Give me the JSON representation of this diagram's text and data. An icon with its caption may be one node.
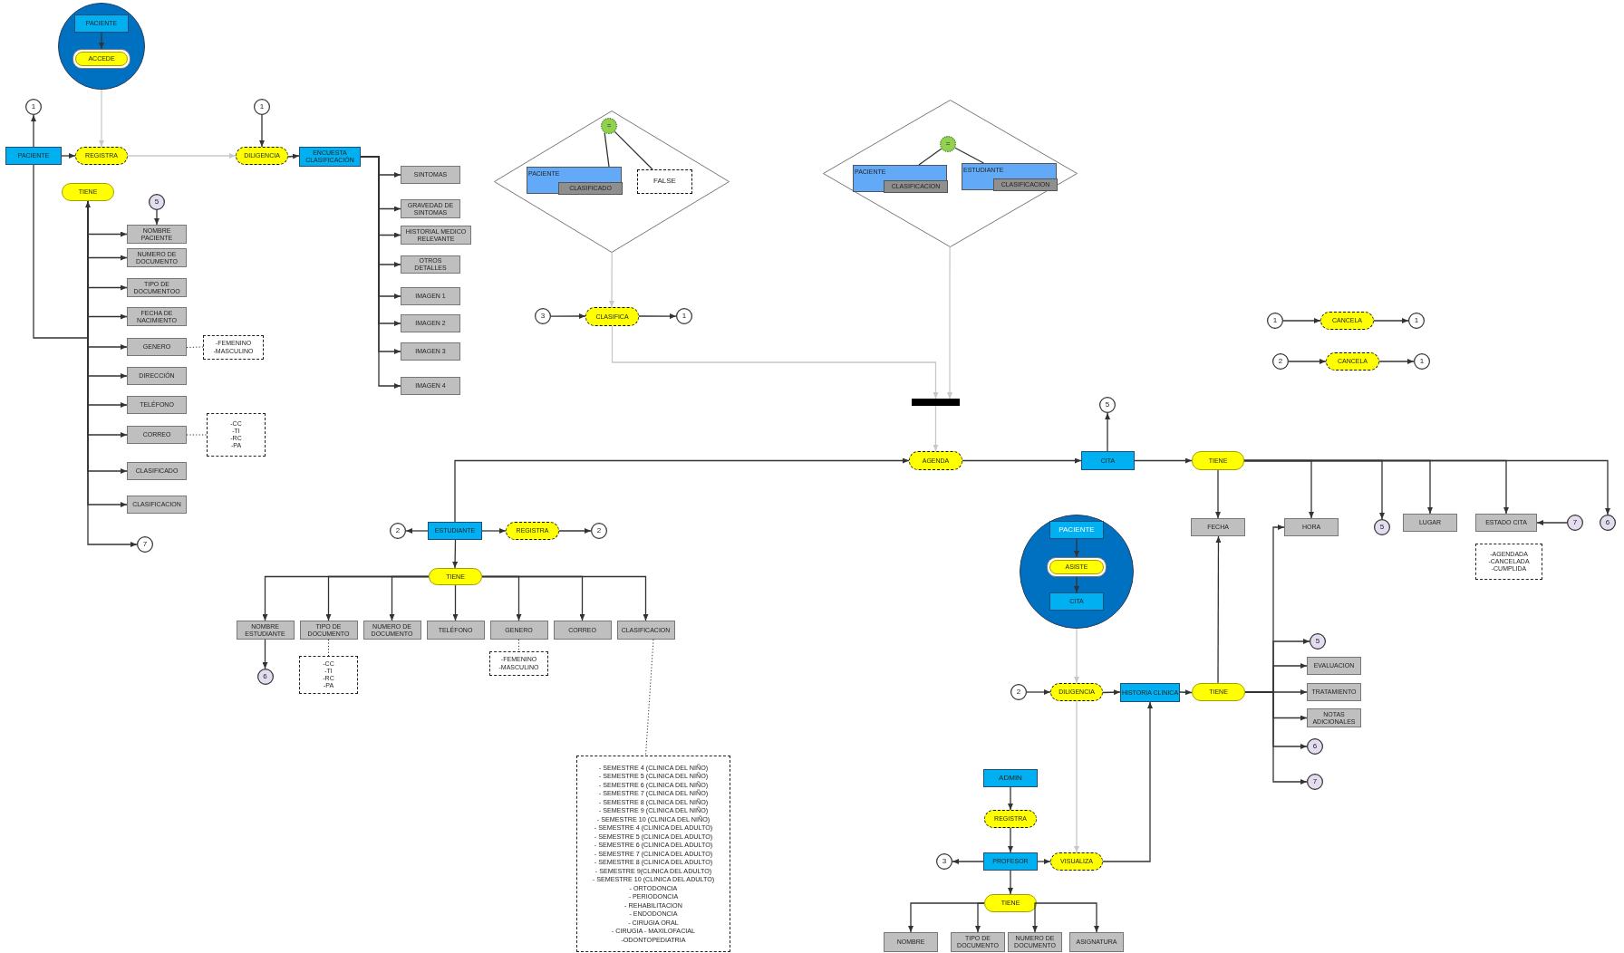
{
  "diagram": {
    "nodes": [
      {
        "text": [],
        "shape": "circle"
      },
      {
        "text": [
          "PACIENTE"
        ],
        "in": 0
      },
      {
        "text": [
          "ACCEDE"
        ],
        "in": 0
      },
      {
        "text": [
          "1"
        ]
      },
      {
        "text": [
          "PACIENTE"
        ]
      },
      {
        "text": [
          "REGISTRA"
        ]
      },
      {
        "text": [
          "1"
        ]
      },
      {
        "text": [
          "DILIGENCIA"
        ]
      },
      {
        "text": [
          "ENCUESTA CLASIFICACIÓN"
        ]
      },
      {
        "text": [
          "TIENE"
        ]
      },
      {
        "text": [
          "5"
        ]
      },
      {
        "text": [
          "NOMBRE PACIENTE"
        ]
      },
      {
        "text": [
          "NUMERO DE DOCUMENTO"
        ]
      },
      {
        "text": [
          "TIPO DE DOCUMENTOO"
        ]
      },
      {
        "text": [
          "FECHA DE NACIMIENTO"
        ]
      },
      {
        "text": [
          "GENERO"
        ]
      },
      {
        "text": [
          "-FEMENINO",
          "-MASCULINO"
        ]
      },
      {
        "text": [
          "DIRECCIÓN"
        ]
      },
      {
        "text": [
          "TELÉFONO"
        ]
      },
      {
        "text": [
          "CORREO"
        ]
      },
      {
        "text": [
          "-CC",
          "-TI",
          "-RC",
          "-PA"
        ]
      },
      {
        "text": [
          "CLASIFICADO"
        ]
      },
      {
        "text": [
          "CLASIFICACION"
        ]
      },
      {
        "text": [
          "7"
        ]
      },
      {
        "text": [
          "SINTOMAS"
        ]
      },
      {
        "text": [
          "GRAVEDAD DE SINTOMAS"
        ]
      },
      {
        "text": [
          "HISTORIAL MEDICO RELEVANTE"
        ]
      },
      {
        "text": [
          "OTROS DETALLES"
        ]
      },
      {
        "text": [
          "IMAGEN 1"
        ]
      },
      {
        "text": [
          "IMAGEN 2"
        ]
      },
      {
        "text": [
          "IMAGEN 3"
        ]
      },
      {
        "text": [
          "IMAGEN 4"
        ]
      },
      {
        "text": [],
        "shape": "diamond"
      },
      {
        "text": [
          "="
        ],
        "in": 32
      },
      {
        "text": [
          "PACIENTE"
        ],
        "in": 32
      },
      {
        "text": [
          "CLASIFICADO"
        ],
        "in": 34
      },
      {
        "text": [
          "FALSE"
        ],
        "in": 32
      },
      {
        "text": [],
        "shape": "diamond"
      },
      {
        "text": [
          "="
        ],
        "in": 37
      },
      {
        "text": [
          "PACIENTE"
        ],
        "in": 37
      },
      {
        "text": [
          "CLASIFICACION"
        ],
        "in": 39
      },
      {
        "text": [
          "ESTUDIANTE"
        ],
        "in": 37
      },
      {
        "text": [
          "CLASIFICACION"
        ],
        "in": 41
      },
      {
        "text": [
          "3"
        ]
      },
      {
        "text": [
          "CLASIFICA"
        ]
      },
      {
        "text": [
          "1"
        ]
      },
      {
        "text": [],
        "shape": "bar"
      },
      {
        "text": [
          "AGENDA"
        ]
      },
      {
        "text": [
          "1"
        ]
      },
      {
        "text": [
          "CANCELA"
        ]
      },
      {
        "text": [
          "1"
        ]
      },
      {
        "text": [
          "2"
        ]
      },
      {
        "text": [
          "CANCELA"
        ]
      },
      {
        "text": [
          "1"
        ]
      },
      {
        "text": [
          "5"
        ]
      },
      {
        "text": [
          "CITA"
        ]
      },
      {
        "text": [
          "TIENE"
        ]
      },
      {
        "text": [
          "FECHA"
        ]
      },
      {
        "text": [
          "HORA"
        ]
      },
      {
        "text": [
          "5"
        ]
      },
      {
        "text": [
          "LUGAR"
        ]
      },
      {
        "text": [
          "ESTADO CITA"
        ]
      },
      {
        "text": [
          "7"
        ]
      },
      {
        "text": [
          "6"
        ]
      },
      {
        "text": [
          "-AGENDADA",
          "-CANCELADA",
          "-CUMPLIDA"
        ]
      },
      {
        "text": [
          "2"
        ]
      },
      {
        "text": [
          "ESTUDIANTE"
        ]
      },
      {
        "text": [
          "REGISTRA"
        ]
      },
      {
        "text": [
          "2"
        ]
      },
      {
        "text": [
          "TIENE"
        ]
      },
      {
        "text": [
          "NOMBRE ESTUDIANTE"
        ]
      },
      {
        "text": [
          "6"
        ]
      },
      {
        "text": [
          "TIPO DE DOCUMENTO"
        ]
      },
      {
        "text": [
          "-CC",
          "-TI",
          "-RC",
          "-PA"
        ]
      },
      {
        "text": [
          "NUMERO DE DOCUMENTO"
        ]
      },
      {
        "text": [
          "TELÉFONO"
        ]
      },
      {
        "text": [
          "GENERO"
        ]
      },
      {
        "text": [
          "-FEMENINO",
          "-MASCULINO"
        ]
      },
      {
        "text": [
          "CORREO"
        ]
      },
      {
        "text": [
          "CLASIFICACION"
        ]
      },
      {
        "text": [
          "- SEMESTRE 4 (CLINICA DEL NIÑO)",
          "- SEMESTRE 5 (CLINICA DEL NIÑO)",
          "- SEMESTRE 6 (CLINICA DEL NIÑO)",
          "- SEMESTRE 7 (CLINICA DEL NIÑO)",
          "- SEMESTRE 8 (CLINICA DEL NIÑO)",
          "- SEMESTRE 9 (CLINICA DEL NIÑO)",
          "- SEMESTRE 10 (CLINICA DEL NIÑO)",
          "- SEMESTRE 4 (CLINICA DEL ADULTO)",
          "- SEMESTRE 5 (CLINICA DEL ADULTO)",
          "- SEMESTRE 6 (CLINICA DEL ADULTO)",
          "- SEMESTRE 7 (CLINICA DEL ADULTO)",
          "- SEMESTRE 8 (CLINICA DEL ADULTO)",
          "- SEMESTRE 9(CLINICA DEL ADULTO)",
          "- SEMESTRE 10 (CLINICA DEL ADULTO)",
          "- ORTODONCIA",
          "- PERIODONCIA",
          "- REHABILITACION",
          "- ENDODONCIA",
          "- CIRUGIA ORAL",
          "- CIRUGIA - MAXILOFACIAL",
          "-ODONTOPEDIATRIA"
        ]
      },
      {
        "text": [],
        "shape": "circle"
      },
      {
        "text": [
          "PACIENTE"
        ],
        "in": 81
      },
      {
        "text": [
          "ASISTE"
        ],
        "in": 81
      },
      {
        "text": [
          "CITA"
        ],
        "in": 81
      },
      {
        "text": [
          "2"
        ]
      },
      {
        "text": [
          "DILIGENCIA"
        ]
      },
      {
        "text": [
          "HISTORIA CLINICA"
        ]
      },
      {
        "text": [
          "TIENE"
        ]
      },
      {
        "text": [
          "5"
        ]
      },
      {
        "text": [
          "EVALUACION"
        ]
      },
      {
        "text": [
          "TRATAMIENTO"
        ]
      },
      {
        "text": [
          "NOTAS ADICIONALES"
        ]
      },
      {
        "text": [
          "6"
        ]
      },
      {
        "text": [
          "7"
        ]
      },
      {
        "text": [
          "ADMIN"
        ]
      },
      {
        "text": [
          "REGISTRA"
        ]
      },
      {
        "text": [
          "PROFESOR"
        ]
      },
      {
        "text": [
          "3"
        ]
      },
      {
        "text": [
          "VISUALIZA"
        ]
      },
      {
        "text": [
          "TIENE"
        ]
      },
      {
        "text": [
          "NOMBRE"
        ]
      },
      {
        "text": [
          "TIPO DE DOCUMENTO"
        ]
      },
      {
        "text": [
          "NUMERO DE DOCUMENTO"
        ]
      },
      {
        "text": [
          "ASIGNATURA"
        ]
      }
    ],
    "edges": [
      {
        "from": 1,
        "to": 2,
        "arrow": "to"
      },
      {
        "from": 0,
        "to": 5,
        "arrow": "to",
        "color": "#c8c8c8"
      },
      {
        "from": 4,
        "to": 3,
        "arrow": "to"
      },
      {
        "from": 4,
        "to": 5,
        "arrow": "to"
      },
      {
        "from": 5,
        "to": 7,
        "arrow": "to",
        "color": "#c8c8c8"
      },
      {
        "from": 6,
        "to": 7,
        "arrow": "to"
      },
      {
        "from": 7,
        "to": 8,
        "arrow": "to"
      },
      {
        "from": 4,
        "to": 9,
        "arrow": "to"
      },
      {
        "from": 9,
        "to": 11,
        "arrow": "to"
      },
      {
        "from": 9,
        "to": 12,
        "arrow": "to"
      },
      {
        "from": 9,
        "to": 13,
        "arrow": "to"
      },
      {
        "from": 9,
        "to": 14,
        "arrow": "to"
      },
      {
        "from": 9,
        "to": 15,
        "arrow": "to"
      },
      {
        "from": 9,
        "to": 17,
        "arrow": "to"
      },
      {
        "from": 9,
        "to": 18,
        "arrow": "to"
      },
      {
        "from": 9,
        "to": 19,
        "arrow": "to"
      },
      {
        "from": 9,
        "to": 21,
        "arrow": "to"
      },
      {
        "from": 9,
        "to": 22,
        "arrow": "to"
      },
      {
        "from": 9,
        "to": 23,
        "arrow": "to"
      },
      {
        "from": 10,
        "to": 11,
        "arrow": "to"
      },
      {
        "from": 15,
        "to": 16,
        "arrow": "none",
        "style": "dashed"
      },
      {
        "from": 19,
        "to": 20,
        "arrow": "none",
        "style": "dashed"
      },
      {
        "from": 8,
        "to": 24,
        "arrow": "to"
      },
      {
        "from": 8,
        "to": 25,
        "arrow": "to"
      },
      {
        "from": 8,
        "to": 26,
        "arrow": "to"
      },
      {
        "from": 8,
        "to": 27,
        "arrow": "to"
      },
      {
        "from": 8,
        "to": 28,
        "arrow": "to"
      },
      {
        "from": 8,
        "to": 29,
        "arrow": "to"
      },
      {
        "from": 8,
        "to": 30,
        "arrow": "to"
      },
      {
        "from": 8,
        "to": 31,
        "arrow": "to"
      },
      {
        "from": 33,
        "to": 34,
        "arrow": "none"
      },
      {
        "from": 33,
        "to": 36,
        "arrow": "none"
      },
      {
        "from": 38,
        "to": 39,
        "arrow": "none"
      },
      {
        "from": 38,
        "to": 41,
        "arrow": "none"
      },
      {
        "from": 32,
        "to": 44,
        "arrow": "to",
        "color": "#c8c8c8"
      },
      {
        "from": 43,
        "to": 44,
        "arrow": "to"
      },
      {
        "from": 44,
        "to": 45,
        "arrow": "to"
      },
      {
        "from": 44,
        "to": 46,
        "arrow": "to",
        "color": "#c8c8c8"
      },
      {
        "from": 37,
        "to": 46,
        "arrow": "to",
        "color": "#c8c8c8"
      },
      {
        "from": 46,
        "to": 47,
        "arrow": "to",
        "color": "#c8c8c8"
      },
      {
        "from": 48,
        "to": 49,
        "arrow": "to"
      },
      {
        "from": 49,
        "to": 50,
        "arrow": "to"
      },
      {
        "from": 51,
        "to": 52,
        "arrow": "to"
      },
      {
        "from": 52,
        "to": 53,
        "arrow": "to"
      },
      {
        "from": 66,
        "to": 47,
        "arrow": "to"
      },
      {
        "from": 47,
        "to": 55,
        "arrow": "to"
      },
      {
        "from": 55,
        "to": 54,
        "arrow": "to"
      },
      {
        "from": 55,
        "to": 56,
        "arrow": "to"
      },
      {
        "from": 56,
        "to": 57,
        "arrow": "to"
      },
      {
        "from": 56,
        "to": 58,
        "arrow": "to"
      },
      {
        "from": 56,
        "to": 59,
        "arrow": "to"
      },
      {
        "from": 56,
        "to": 60,
        "arrow": "to"
      },
      {
        "from": 56,
        "to": 61,
        "arrow": "to"
      },
      {
        "from": 56,
        "to": 63,
        "arrow": "to"
      },
      {
        "from": 62,
        "to": 61,
        "arrow": "to"
      },
      {
        "from": 66,
        "to": 65,
        "arrow": "to"
      },
      {
        "from": 66,
        "to": 67,
        "arrow": "to"
      },
      {
        "from": 67,
        "to": 68,
        "arrow": "to"
      },
      {
        "from": 66,
        "to": 69,
        "arrow": "to"
      },
      {
        "from": 69,
        "to": 70,
        "arrow": "to"
      },
      {
        "from": 69,
        "to": 72,
        "arrow": "to"
      },
      {
        "from": 69,
        "to": 74,
        "arrow": "to"
      },
      {
        "from": 69,
        "to": 75,
        "arrow": "to"
      },
      {
        "from": 69,
        "to": 76,
        "arrow": "to"
      },
      {
        "from": 69,
        "to": 78,
        "arrow": "to"
      },
      {
        "from": 69,
        "to": 79,
        "arrow": "to"
      },
      {
        "from": 70,
        "to": 71,
        "arrow": "to"
      },
      {
        "from": 72,
        "to": 73,
        "arrow": "none",
        "style": "dashed"
      },
      {
        "from": 76,
        "to": 77,
        "arrow": "none",
        "style": "dashed"
      },
      {
        "from": 79,
        "to": 80,
        "arrow": "none",
        "style": "dashed"
      },
      {
        "from": 82,
        "to": 83,
        "arrow": "to"
      },
      {
        "from": 83,
        "to": 84,
        "arrow": "to"
      },
      {
        "from": 81,
        "to": 86,
        "arrow": "to",
        "color": "#c8c8c8"
      },
      {
        "from": 85,
        "to": 86,
        "arrow": "to"
      },
      {
        "from": 86,
        "to": 87,
        "arrow": "to"
      },
      {
        "from": 87,
        "to": 88,
        "arrow": "to"
      },
      {
        "from": 88,
        "to": 57,
        "arrow": "to"
      },
      {
        "from": 88,
        "to": 58,
        "arrow": "to"
      },
      {
        "from": 88,
        "to": 89,
        "arrow": "to"
      },
      {
        "from": 88,
        "to": 90,
        "arrow": "to"
      },
      {
        "from": 88,
        "to": 91,
        "arrow": "to"
      },
      {
        "from": 88,
        "to": 92,
        "arrow": "to"
      },
      {
        "from": 88,
        "to": 93,
        "arrow": "to"
      },
      {
        "from": 88,
        "to": 94,
        "arrow": "to"
      },
      {
        "from": 95,
        "to": 96,
        "arrow": "to"
      },
      {
        "from": 96,
        "to": 97,
        "arrow": "to"
      },
      {
        "from": 97,
        "to": 98,
        "arrow": "to"
      },
      {
        "from": 97,
        "to": 99,
        "arrow": "to"
      },
      {
        "from": 86,
        "to": 99,
        "arrow": "to",
        "color": "#c8c8c8"
      },
      {
        "from": 99,
        "to": 87,
        "arrow": "to"
      },
      {
        "from": 97,
        "to": 100,
        "arrow": "to"
      },
      {
        "from": 100,
        "to": 101,
        "arrow": "to"
      },
      {
        "from": 100,
        "to": 102,
        "arrow": "to"
      },
      {
        "from": 100,
        "to": 103,
        "arrow": "to"
      },
      {
        "from": 100,
        "to": 104,
        "arrow": "to"
      }
    ]
  }
}
